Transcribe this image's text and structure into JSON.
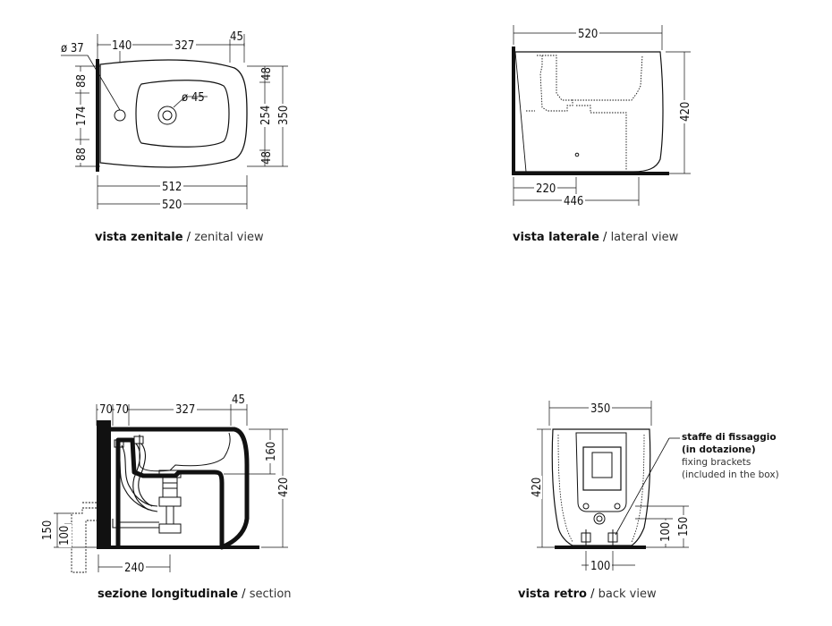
{
  "captions": {
    "zenital": {
      "it": "vista zenitale",
      "en": "zenital view"
    },
    "lateral": {
      "it": "vista laterale",
      "en": "lateral view"
    },
    "section": {
      "it": "sezione longitudinale",
      "en": "section"
    },
    "back": {
      "it": "vista retro",
      "en": "back view"
    }
  },
  "note": {
    "it_line1": "staffe di fissaggio",
    "it_line2": "(in dotazione)",
    "en_line1": "fixing brackets",
    "en_line2": "(included in the box)"
  },
  "zenital_dims": {
    "tap_hole": "ø 37",
    "drain": "ø 45",
    "top_140": "140",
    "top_327": "327",
    "top_45": "45",
    "left_88a": "88",
    "left_174": "174",
    "left_88b": "88",
    "right_48a": "48",
    "right_254": "254",
    "right_48b": "48",
    "right_350": "350",
    "bottom_512": "512",
    "bottom_520": "520"
  },
  "lateral_dims": {
    "top_520": "520",
    "right_420": "420",
    "bottom_220": "220",
    "bottom_446": "446"
  },
  "section_dims": {
    "top_70a": "70",
    "top_70b": "70",
    "top_327": "327",
    "top_45": "45",
    "right_160": "160",
    "right_420": "420",
    "left_150": "150",
    "left_100": "100",
    "bottom_240": "240"
  },
  "back_dims": {
    "top_350": "350",
    "left_420": "420",
    "right_100": "100",
    "right_150": "150",
    "bottom_100": "100"
  }
}
